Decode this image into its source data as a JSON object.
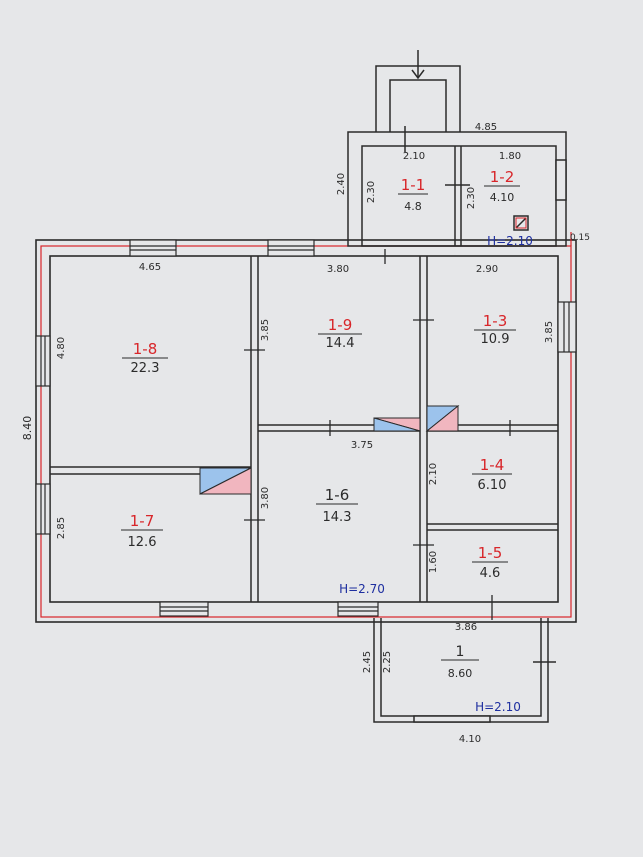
{
  "colors": {
    "paper": "#e6e7e9",
    "wall": "#2b2b2b",
    "red": "#d8262a",
    "blue": "#1e2fa0",
    "stair_pink": "#f1b6bf",
    "stair_blue": "#9cc3ec"
  },
  "rooms": [
    {
      "code": "1-1",
      "area": "4.8"
    },
    {
      "code": "1-2",
      "area": "4.10"
    },
    {
      "code": "1-3",
      "area": "10.9"
    },
    {
      "code": "1-4",
      "area": "6.10"
    },
    {
      "code": "1-5",
      "area": "4.6"
    },
    {
      "code": "1-6",
      "area": "14.3"
    },
    {
      "code": "1-7",
      "area": "12.6"
    },
    {
      "code": "1-8",
      "area": "22.3"
    },
    {
      "code": "1-9",
      "area": "14.4"
    },
    {
      "code": "1",
      "area": "8.60"
    }
  ],
  "dims": {
    "top_485": "4.85",
    "top_210": "2.10",
    "top_180": "1.80",
    "left_240": "2.40",
    "v_230a": "2.30",
    "v_230b": "2.30",
    "d_015": "0.15",
    "h_465": "4.65",
    "h_380": "3.80",
    "h_290": "2.90",
    "v_480": "4.80",
    "v_385a": "3.85",
    "v_385b": "3.85",
    "total_840": "8.40",
    "h_375": "3.75",
    "v_210": "2.10",
    "v_380": "3.80",
    "v_285": "2.85",
    "v_160": "1.60",
    "h_386": "3.86",
    "v_245": "2.45",
    "v_225": "2.25",
    "h_410": "4.10"
  },
  "heights": {
    "main": "H=2.70",
    "vestibule": "H=2.10",
    "porch": "H=2.10"
  }
}
